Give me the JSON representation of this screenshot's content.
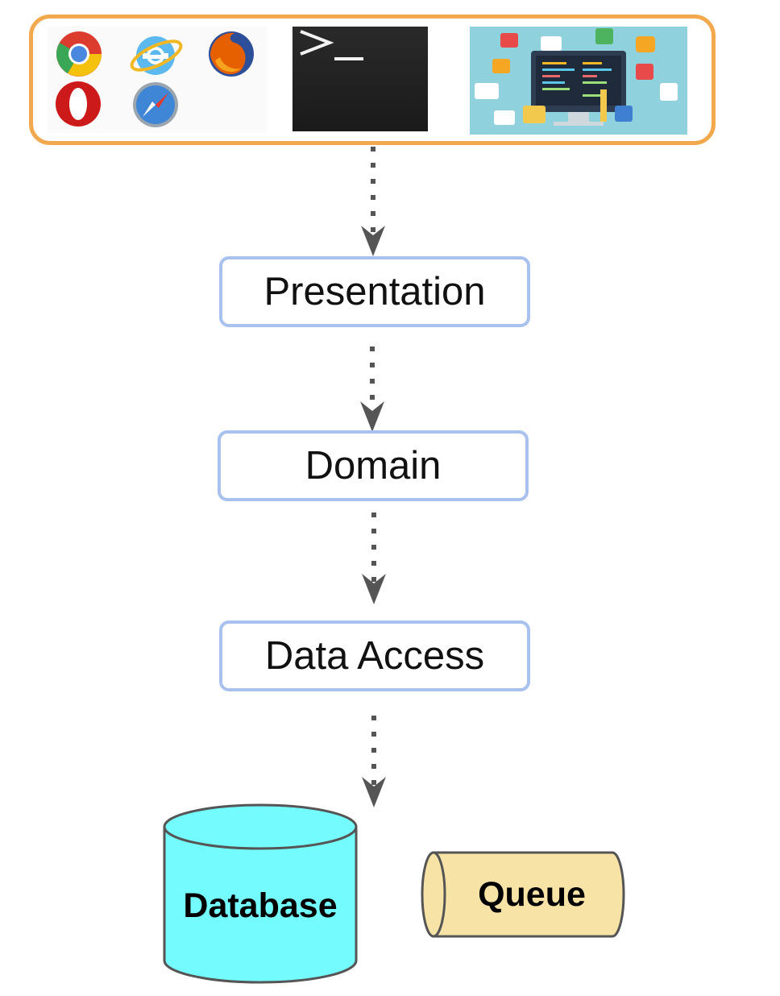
{
  "clients": {
    "browsers": [
      "chrome-icon",
      "internet-explorer-icon",
      "firefox-icon",
      "opera-icon",
      "safari-icon"
    ],
    "terminal_prompt": ">_",
    "devices_icon": "multi-device-apps-icon"
  },
  "layers": {
    "presentation": "Presentation",
    "domain": "Domain",
    "data_access": "Data Access"
  },
  "storage": {
    "database": "Database",
    "queue": "Queue"
  },
  "colors": {
    "client_border": "#f2a94d",
    "layer_border": "#a8c1ee",
    "database_fill": "#74fbfd",
    "queue_fill": "#f8e3a6",
    "connector": "#555555"
  }
}
